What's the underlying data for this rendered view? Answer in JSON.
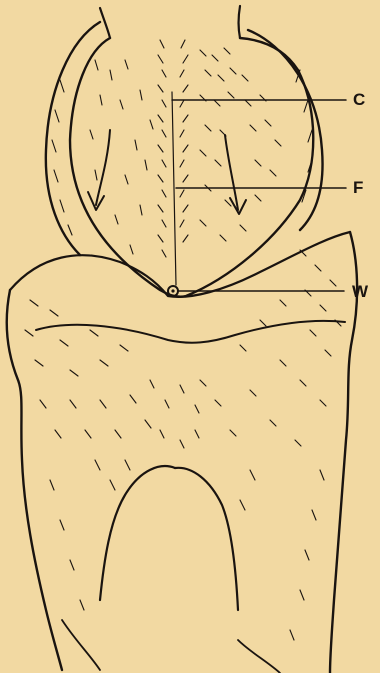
{
  "figure": {
    "labels": {
      "c": "C",
      "f": "F",
      "w": "W"
    }
  },
  "colors": {
    "paper": "#f2d9a2",
    "ink": "#1a1410"
  }
}
